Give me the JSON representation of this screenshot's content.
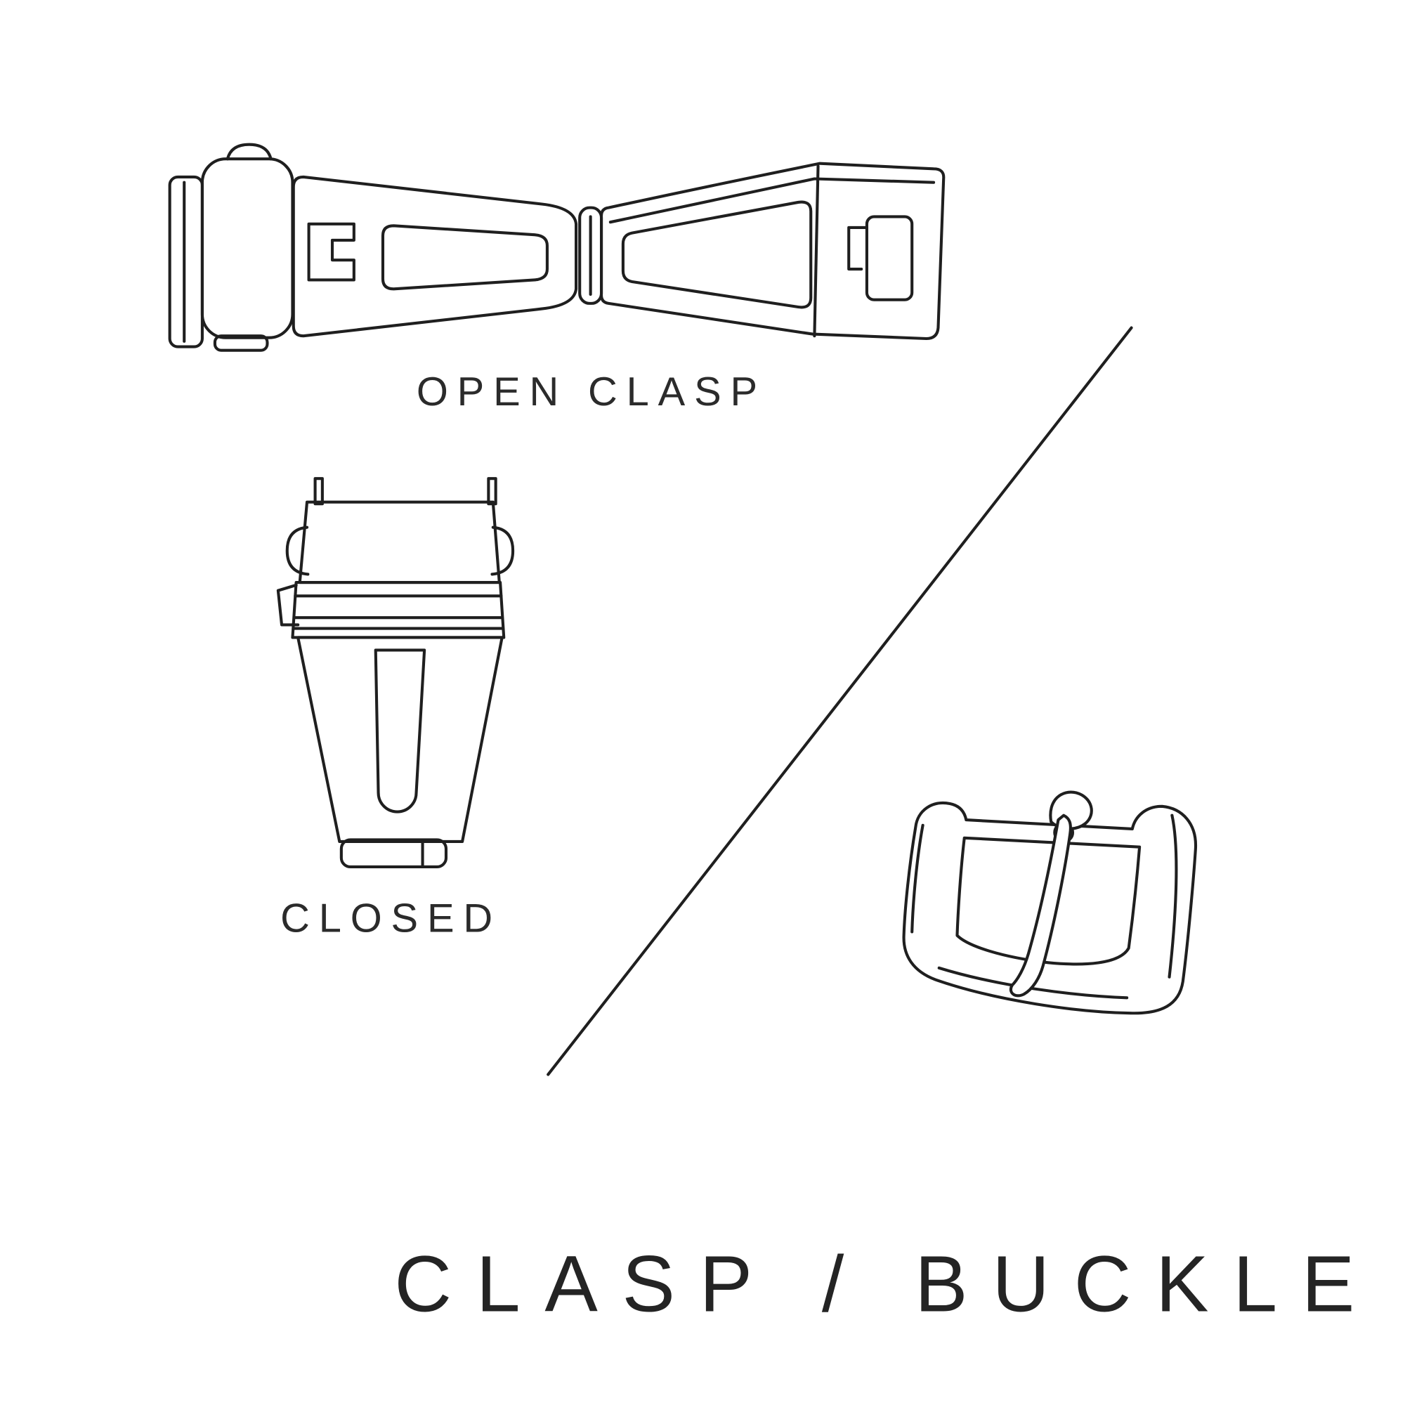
{
  "title": "CLASP / BUCKLE",
  "labels": {
    "open_clasp": "OPEN CLASP",
    "closed": "CLOSED"
  },
  "colors": {
    "background": "#ffffff",
    "line": "#1f1f1f",
    "text": "#2b2b2b"
  },
  "figures": [
    {
      "name": "open-clasp-illustration",
      "caption": "OPEN CLASP"
    },
    {
      "name": "closed-clasp-illustration",
      "caption": "CLOSED"
    },
    {
      "name": "pin-buckle-illustration",
      "caption": ""
    }
  ]
}
